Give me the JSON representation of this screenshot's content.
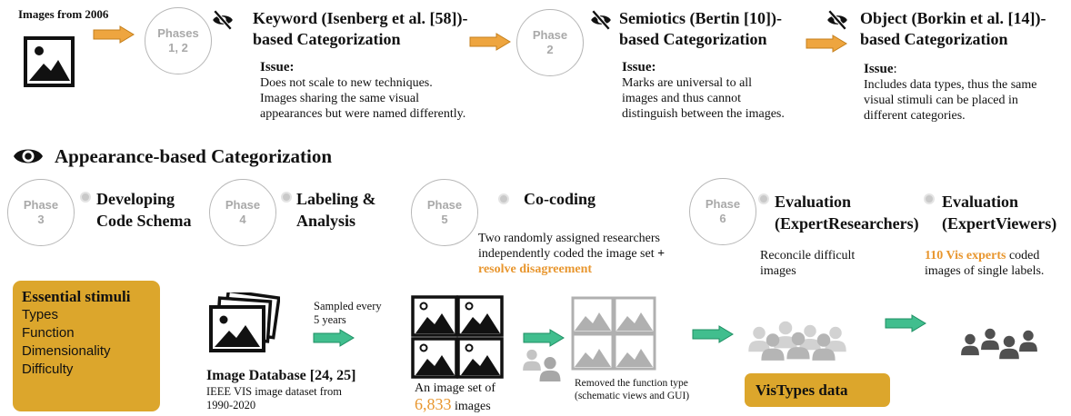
{
  "top": {
    "source_label": "Images from 2006",
    "phase12": [
      "Phases",
      "1, 2"
    ],
    "phase2": [
      "Phase",
      "2"
    ],
    "keyword": {
      "title1": "Keyword (Isenberg et al. [58])-",
      "title2": "based Categorization",
      "issue_label": "Issue:",
      "issue_lines": [
        "Does not scale to new techniques.",
        "Images sharing the same visual",
        "appearances but were named differently."
      ]
    },
    "semiotics": {
      "title1": "Semiotics (Bertin [10])-",
      "title2": "based Categorization",
      "issue_label": "Issue:",
      "issue_lines": [
        "Marks are universal to all",
        "images and thus cannot",
        "distinguish between the images."
      ]
    },
    "object": {
      "title1": "Object (Borkin et al. [14])-",
      "title2": "based Categorization",
      "issue_label": "Issue",
      "issue_colon": ":",
      "issue_lines": [
        "Includes data types, thus the same",
        "visual stimuli can be placed in",
        "different categories."
      ]
    }
  },
  "appearance": {
    "title": "Appearance-based Categorization",
    "phase3": [
      "Phase",
      "3"
    ],
    "phase4": [
      "Phase",
      "4"
    ],
    "phase5": [
      "Phase",
      "5"
    ],
    "phase6": [
      "Phase",
      "6"
    ],
    "s3": [
      "Developing",
      "Code Schema"
    ],
    "s4": [
      "Labeling &",
      "Analysis"
    ],
    "s5": "Co-coding",
    "s6a": [
      "Evaluation",
      "(ExpertResearchers)"
    ],
    "s6b": [
      "Evaluation",
      "(ExpertViewers)"
    ],
    "s5_desc_lines": [
      "Two randomly assigned researchers",
      "independently coded the image set"
    ],
    "s5_plus": "+",
    "s5_highlight": "resolve disagreement",
    "s6a_desc": [
      "Reconcile difficult",
      "images"
    ],
    "s6b_highlight": "110 Vis experts",
    "s6b_desc1": "coded",
    "s6b_desc2": "images of single labels."
  },
  "bottom": {
    "stimuli_title": "Essential stimuli",
    "stimuli_items": [
      "Types",
      "Function",
      "Dimensionality",
      "Difficulty"
    ],
    "db_title": "Image Database [24, 25]",
    "db_sub": [
      "IEEE VIS image dataset from",
      "1990-2020"
    ],
    "sampled": [
      "Sampled every",
      "5 years"
    ],
    "set_prefix": "An image set of",
    "set_count": "6,833",
    "set_suffix": "images",
    "removed": [
      "Removed the function type",
      "(schematic views and GUI)"
    ],
    "vistypes": "VisTypes data"
  },
  "colors": {
    "orange_arrow": "#e8a33d",
    "green_arrow": "#3cb58a",
    "gold_box": "#dca62c",
    "highlight_text": "#e8962e",
    "phase_gray": "#a9a9a9"
  },
  "icons": [
    "image-icon",
    "eye-slash-icon",
    "eye-icon",
    "image-stack-icon",
    "image-grid-icon",
    "people-icon"
  ]
}
